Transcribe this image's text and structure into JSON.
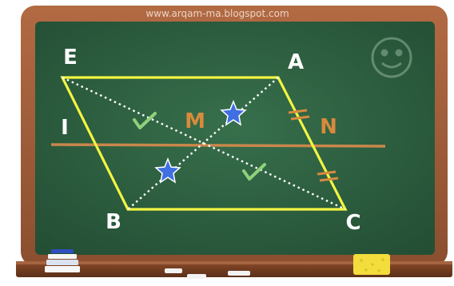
{
  "watermark": "www.arqam-ma.blogspot.com",
  "points": {
    "E": "E",
    "A": "A",
    "B": "B",
    "C": "C",
    "I": "I",
    "M": "M",
    "N": "N"
  },
  "colors": {
    "frame": "#9a5a36",
    "frame_dark": "#6e3d22",
    "board": "#2b5e3f",
    "parallelogram": "#f3f542",
    "diagonal": "#ffffff",
    "midline": "#c9874b",
    "label": "#ffffff",
    "midpoint_label": "#d88a3d",
    "star": "#3f6fe0",
    "check": "#8fd17d",
    "sponge": "#f2dd3c"
  },
  "icons": [
    "smiley-icon",
    "star-icon",
    "check-mark-icon",
    "equal-tick-icon",
    "book-stack-icon",
    "chalk-icon",
    "sponge-icon"
  ]
}
